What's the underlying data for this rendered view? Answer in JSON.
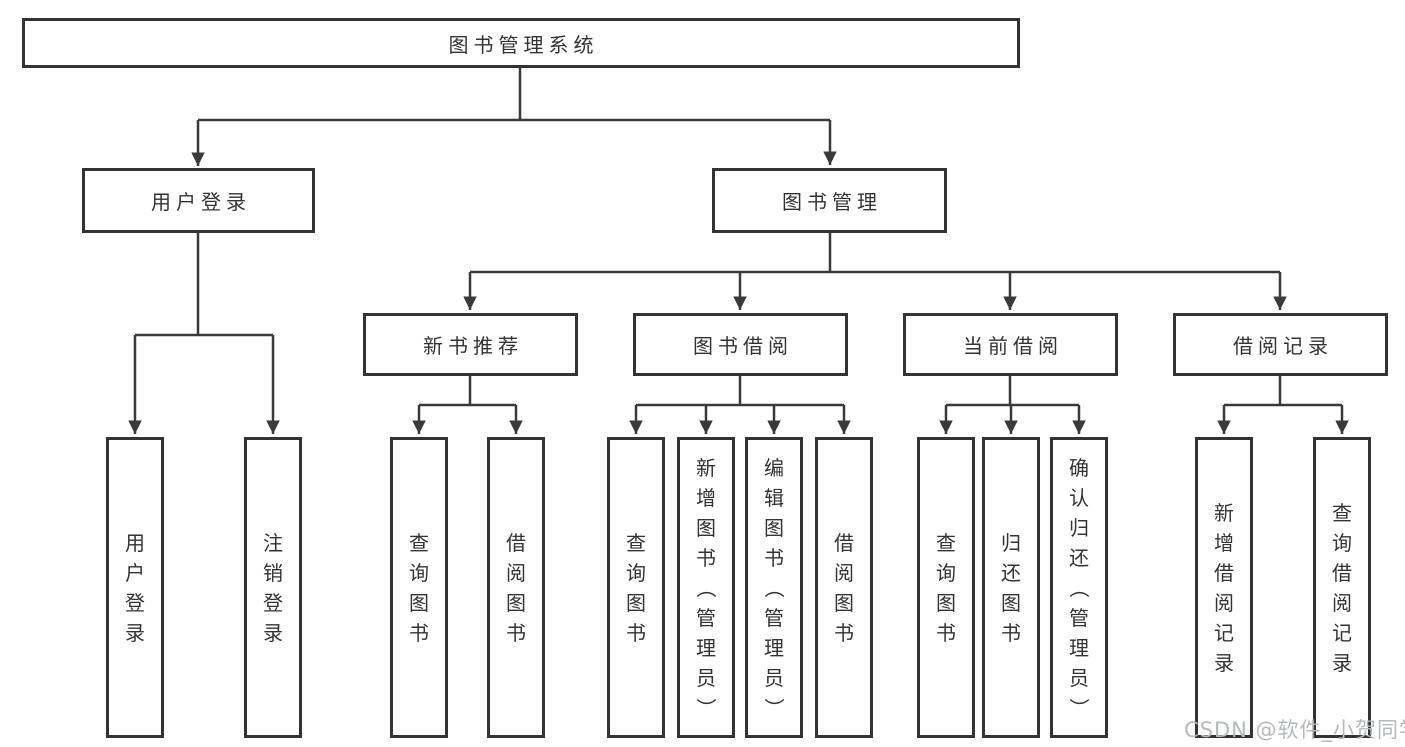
{
  "diagram": {
    "root": {
      "label": "图书管理系统"
    },
    "level2": [
      {
        "label": "用户登录"
      },
      {
        "label": "图书管理"
      }
    ],
    "level3": [
      {
        "label": "新书推荐"
      },
      {
        "label": "图书借阅"
      },
      {
        "label": "当前借阅"
      },
      {
        "label": "借阅记录"
      }
    ],
    "leaves": [
      {
        "label": "用户登录"
      },
      {
        "label": "注销登录"
      },
      {
        "label": "查询图书"
      },
      {
        "label": "借阅图书"
      },
      {
        "label": "查询图书"
      },
      {
        "label": "新增图书（管理员）"
      },
      {
        "label": "编辑图书（管理员）"
      },
      {
        "label": "借阅图书"
      },
      {
        "label": "查询图书"
      },
      {
        "label": "归还图书"
      },
      {
        "label": "确认归还（管理员）"
      },
      {
        "label": "新增借阅记录"
      },
      {
        "label": "查询借阅记录"
      }
    ]
  },
  "watermark": {
    "text": "CSDN @软件_小贺同学"
  },
  "colors": {
    "line": "#3a3a3a",
    "text": "#333333",
    "watermark": "#b5b9be",
    "background": "#ffffff"
  }
}
